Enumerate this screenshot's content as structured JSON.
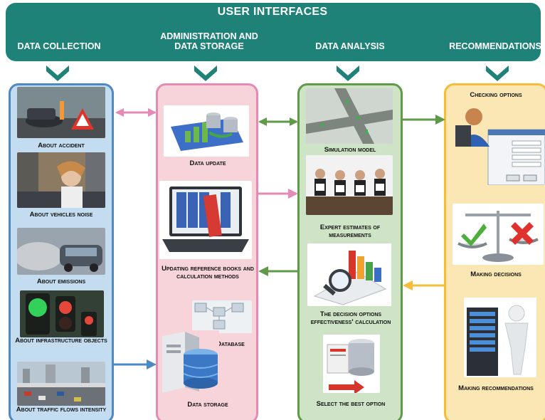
{
  "header": {
    "title": "USER INTERFACES",
    "sections": [
      "DATA COLLECTION",
      "ADMINISTRATION AND DATA STORAGE",
      "DATA ANALYSIS",
      "RECOMMENDATIONS"
    ]
  },
  "data_collection": {
    "items": [
      "About accident",
      "About Vehicles Noise",
      "About emissions",
      "About infrastructure objects",
      "About traffic flows intensity"
    ]
  },
  "admin_storage": {
    "items": [
      "Data update",
      "Updating reference books and calculation methods",
      "Database",
      "Data storage"
    ]
  },
  "data_analysis": {
    "items": [
      "Simulation model",
      "Expert estimates of measurements",
      "The decision options effectiveness' calculation",
      "Select the best option"
    ]
  },
  "recommendations": {
    "items": [
      "Checking Options",
      "Making decisions",
      "Making recommendations"
    ]
  },
  "colors": {
    "banner": "#1f8278",
    "blue": "#4d89c4",
    "pink": "#e58ab5",
    "green": "#5e9a48",
    "yellow": "#f4bd3a"
  }
}
